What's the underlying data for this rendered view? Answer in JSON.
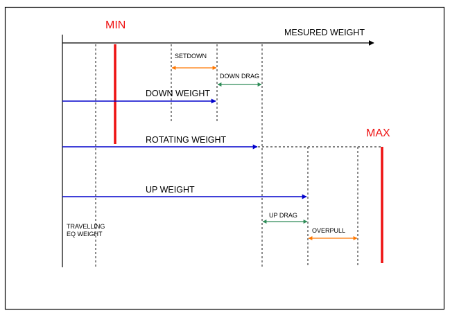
{
  "labels": {
    "min": "MIN",
    "max": "MAX",
    "measured_weight": "MESURED WEIGHT",
    "setdown": "SETDOWN",
    "down_drag": "DOWN DRAG",
    "down_weight": "DOWN WEIGHT",
    "rotating_weight": "ROTATING WEIGHT",
    "up_weight": "UP WEIGHT",
    "up_drag": "UP DRAG",
    "overpull": "OVERPULL",
    "travelling_eq_weight_line1": "TRAVELLING",
    "travelling_eq_weight_line2": "EQ WEIGHT"
  },
  "colors": {
    "frame": "#000000",
    "axis": "#000000",
    "weight_arrow": "#0000cc",
    "limit_bar": "#ee1111",
    "setdown_overpull": "#ff7700",
    "drag": "#2e8b57",
    "dashed_guide": "#000000"
  }
}
